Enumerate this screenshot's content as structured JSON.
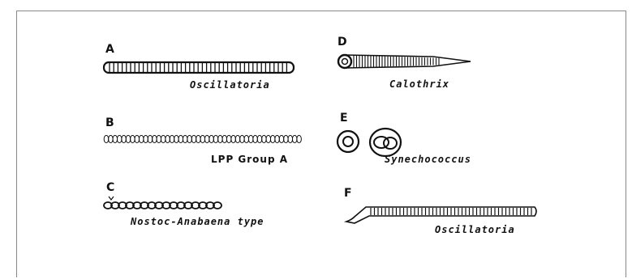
{
  "panels": {
    "a": {
      "letter": "A",
      "caption": "Oscillatoria"
    },
    "b": {
      "letter": "B",
      "caption": "LPP Group A"
    },
    "c": {
      "letter": "C",
      "caption": "Nostoc-Anabaena type"
    },
    "d": {
      "letter": "D",
      "caption": "Calothrix"
    },
    "e": {
      "letter": "E",
      "caption": "Synechococcus"
    },
    "f": {
      "letter": "F",
      "caption": "Oscillatoria"
    }
  }
}
